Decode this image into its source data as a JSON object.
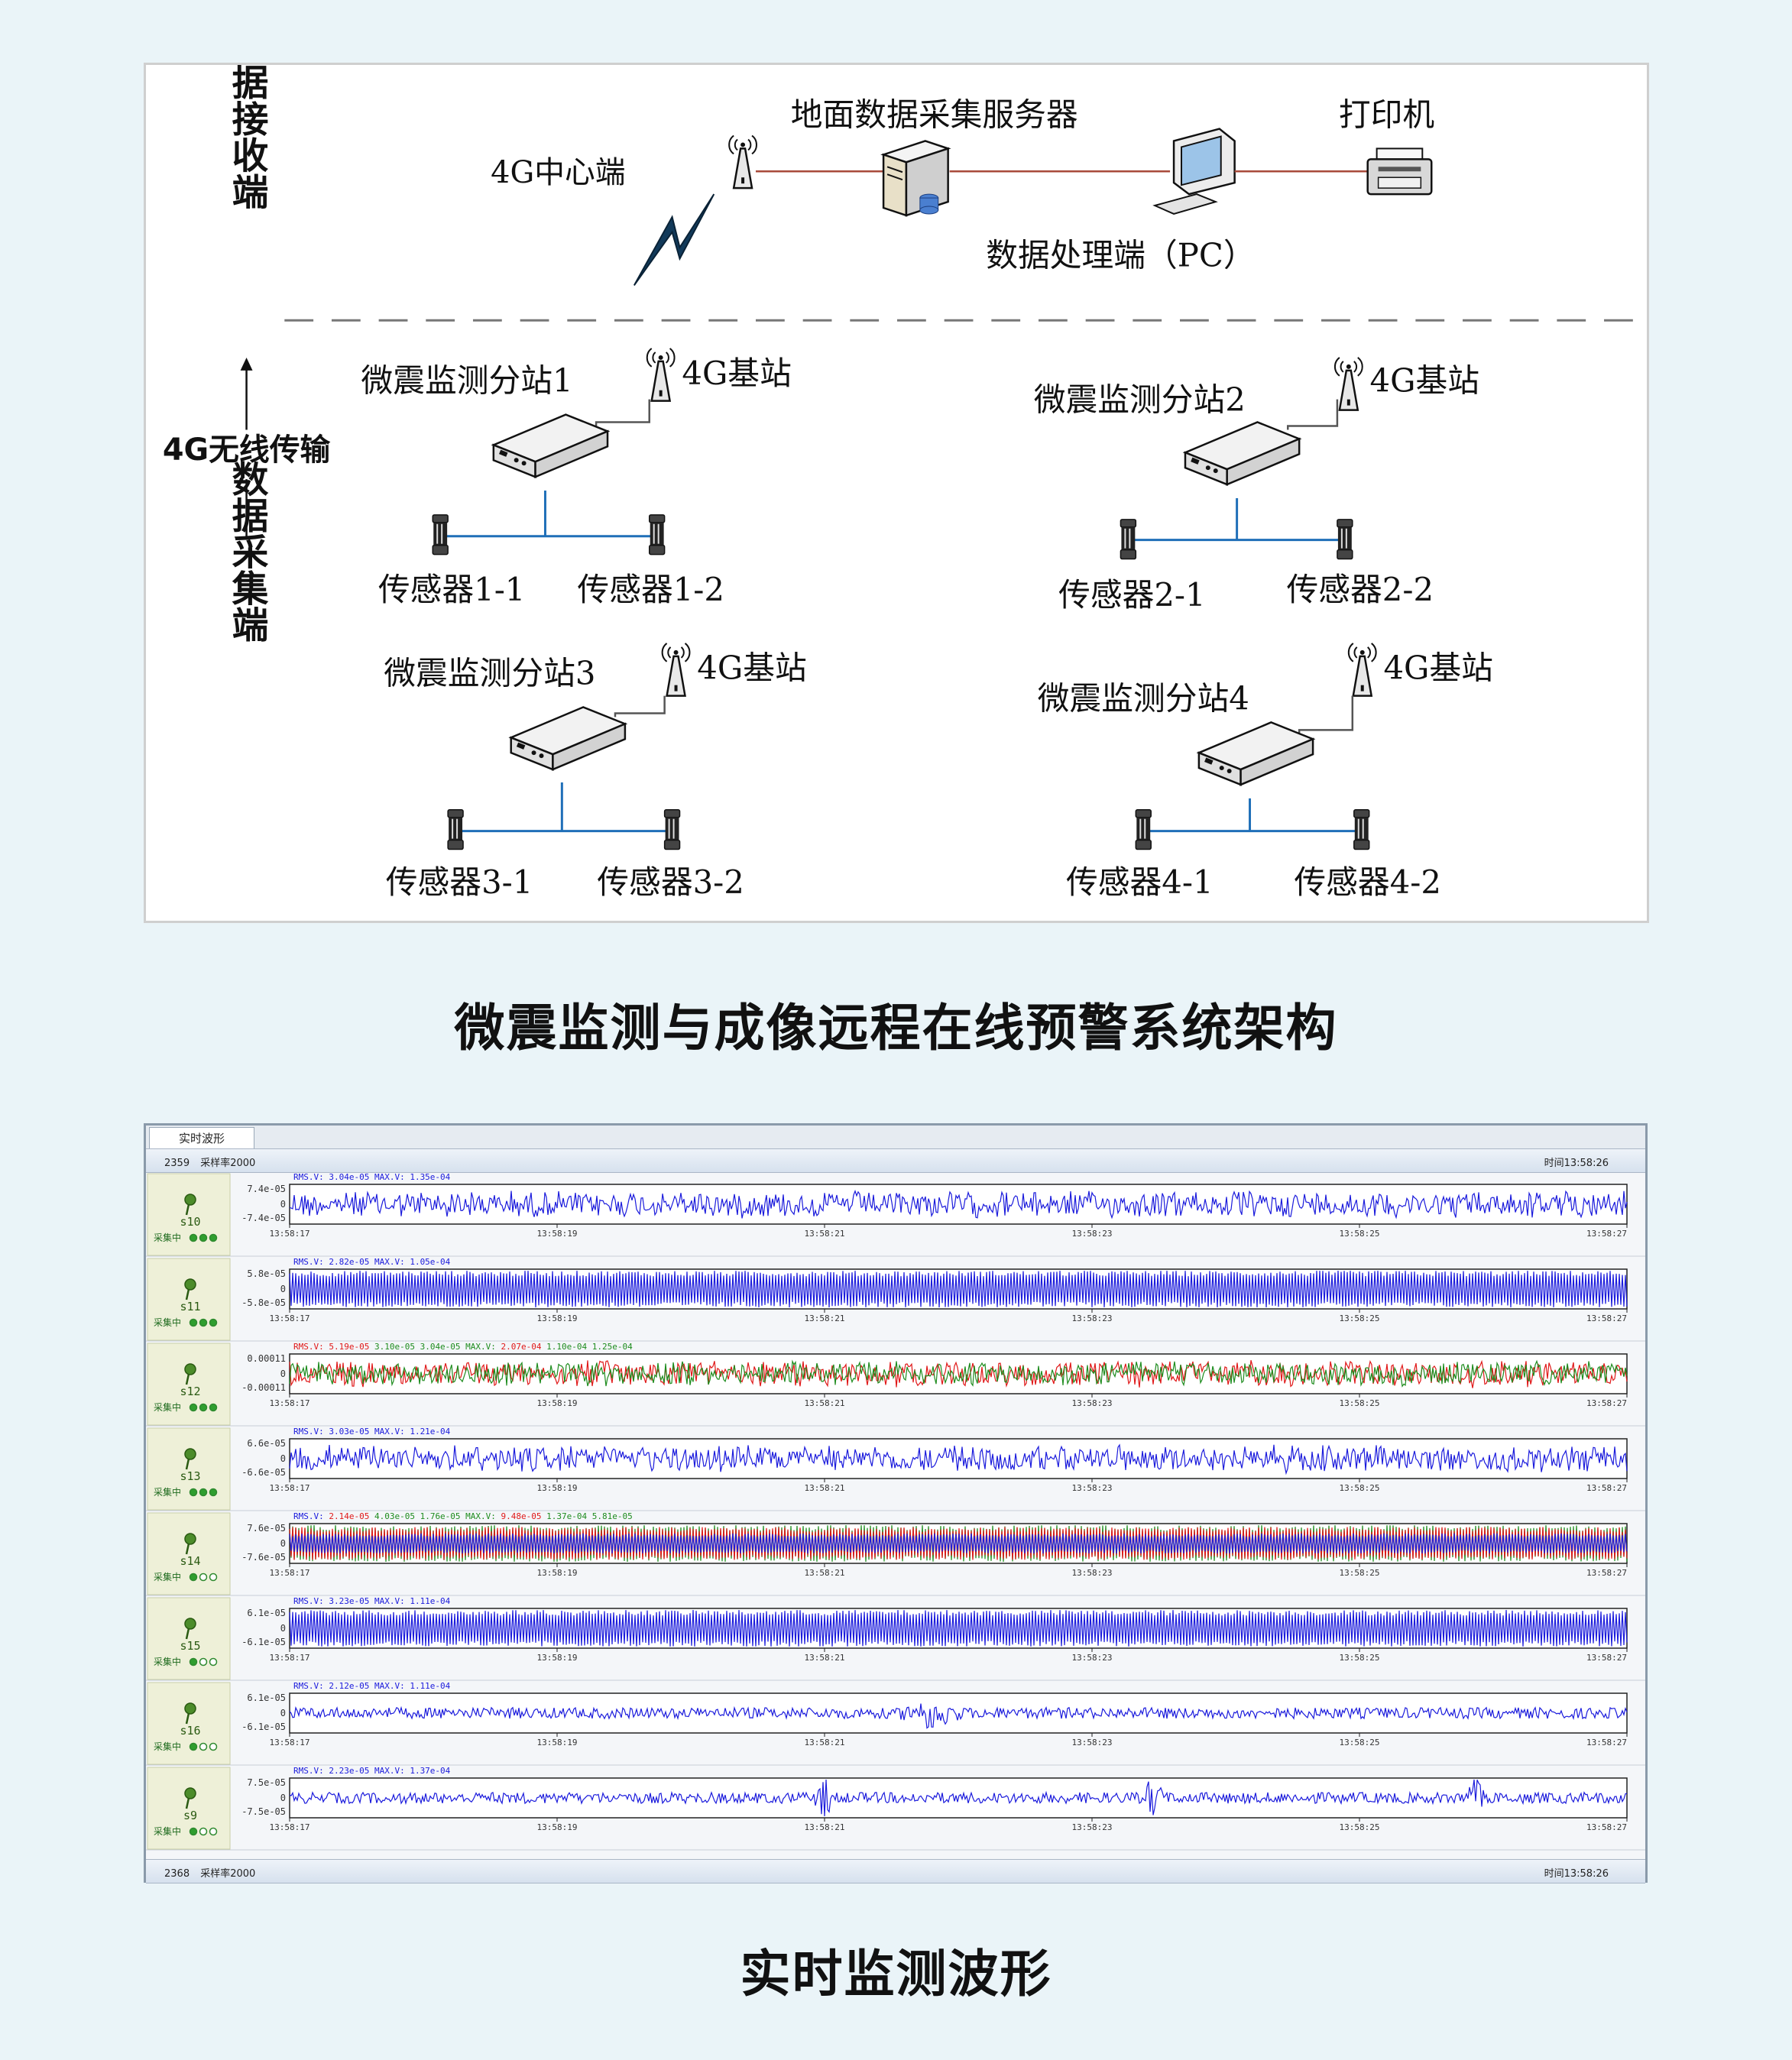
{
  "architecture": {
    "side_top": "数据接收端",
    "side_mid": "4G无线传输",
    "side_bottom": "数据采集端",
    "center_4g": "4G中心端",
    "server": "地面数据采集服务器",
    "pc": "数据处理端（PC）",
    "printer": "打印机",
    "base_station": "4G基站",
    "stations": [
      {
        "name": "微震监测分站1",
        "sensors": [
          "传感器1-1",
          "传感器1-2"
        ]
      },
      {
        "name": "微震监测分站2",
        "sensors": [
          "传感器2-1",
          "传感器2-2"
        ]
      },
      {
        "name": "微震监测分站3",
        "sensors": [
          "传感器3-1",
          "传感器3-2"
        ]
      },
      {
        "name": "微震监测分站4",
        "sensors": [
          "传感器4-1",
          "传感器4-2"
        ]
      }
    ],
    "caption": "微震监测与成像远程在线预警系统架构"
  },
  "monitor": {
    "tab": "实时波形",
    "top_status": {
      "count": "2359",
      "rate": "采样率2000",
      "time": "时间13:58:26"
    },
    "bottom_status": {
      "count": "2368",
      "rate": "采样率2000",
      "time": "时间13:58:26"
    },
    "status_label": "采集中",
    "time_ticks": [
      "13:58:17",
      "13:58:19",
      "13:58:21",
      "13:58:23",
      "13:58:25",
      "13:58:27"
    ],
    "colors": {
      "blue": "#1a1adc",
      "red": "#e01818",
      "green": "#1e8c1e"
    },
    "channels": [
      {
        "id": "s10",
        "info": [
          {
            "t": "RMS.V:   3.04e-05  MAX.V:   1.35e-04",
            "c": "blue"
          }
        ],
        "ymax": "7.4e-05",
        "ymin": "-7.4e-05",
        "mode": "dense",
        "series": [
          "blue"
        ],
        "leds": [
          1,
          1,
          1
        ]
      },
      {
        "id": "s11",
        "info": [
          {
            "t": "RMS.V:   2.82e-05  MAX.V:   1.05e-04",
            "c": "blue"
          }
        ],
        "ymax": "5.8e-05",
        "ymin": "-5.8e-05",
        "mode": "full",
        "series": [
          "blue"
        ],
        "leds": [
          1,
          1,
          1
        ]
      },
      {
        "id": "s12",
        "info": [
          {
            "t": "RMS.V: 5.19e-05 ",
            "c": "red"
          },
          {
            "t": "3.10e-05 3.04e-05 MAX.V: ",
            "c": "green"
          },
          {
            "t": "2.07e-04 ",
            "c": "red"
          },
          {
            "t": "1.10e-04 1.25e-04",
            "c": "green"
          }
        ],
        "ymax": "0.00011",
        "ymin": "-0.00011",
        "mode": "dense",
        "series": [
          "red",
          "green"
        ],
        "leds": [
          1,
          1,
          1
        ]
      },
      {
        "id": "s13",
        "info": [
          {
            "t": "RMS.V:   3.03e-05  MAX.V:   1.21e-04",
            "c": "blue"
          }
        ],
        "ymax": "6.6e-05",
        "ymin": "-6.6e-05",
        "mode": "dense",
        "series": [
          "blue"
        ],
        "leds": [
          1,
          1,
          1
        ]
      },
      {
        "id": "s14",
        "info": [
          {
            "t": "RMS.V: ",
            "c": "blue"
          },
          {
            "t": "2.14e-05 ",
            "c": "red"
          },
          {
            "t": "4.03e-05 1.76e-05 MAX.V: ",
            "c": "green"
          },
          {
            "t": "9.48e-05 ",
            "c": "red"
          },
          {
            "t": "1.37e-04 5.81e-05",
            "c": "green"
          }
        ],
        "ymax": "7.6e-05",
        "ymin": "-7.6e-05",
        "mode": "full",
        "series": [
          "green",
          "red",
          "blue"
        ],
        "leds": [
          1,
          0,
          0
        ]
      },
      {
        "id": "s15",
        "info": [
          {
            "t": "RMS.V:   3.23e-05  MAX.V:   1.11e-04",
            "c": "blue"
          }
        ],
        "ymax": "6.1e-05",
        "ymin": "-6.1e-05",
        "mode": "full",
        "series": [
          "blue"
        ],
        "leds": [
          1,
          0,
          0
        ]
      },
      {
        "id": "s16",
        "info": [
          {
            "t": "RMS.V:   2.12e-05  MAX.V:   1.11e-04",
            "c": "blue"
          }
        ],
        "ymax": "6.1e-05",
        "ymin": "-6.1e-05",
        "mode": "event",
        "series": [
          "blue"
        ],
        "leds": [
          1,
          0,
          0
        ]
      },
      {
        "id": "s9",
        "info": [
          {
            "t": "RMS.V:   2.23e-05  MAX.V:   1.37e-04",
            "c": "blue"
          }
        ],
        "ymax": "7.5e-05",
        "ymin": "-7.5e-05",
        "mode": "spikes",
        "series": [
          "blue"
        ],
        "leds": [
          1,
          0,
          0
        ]
      }
    ],
    "caption": "实时监测波形"
  }
}
